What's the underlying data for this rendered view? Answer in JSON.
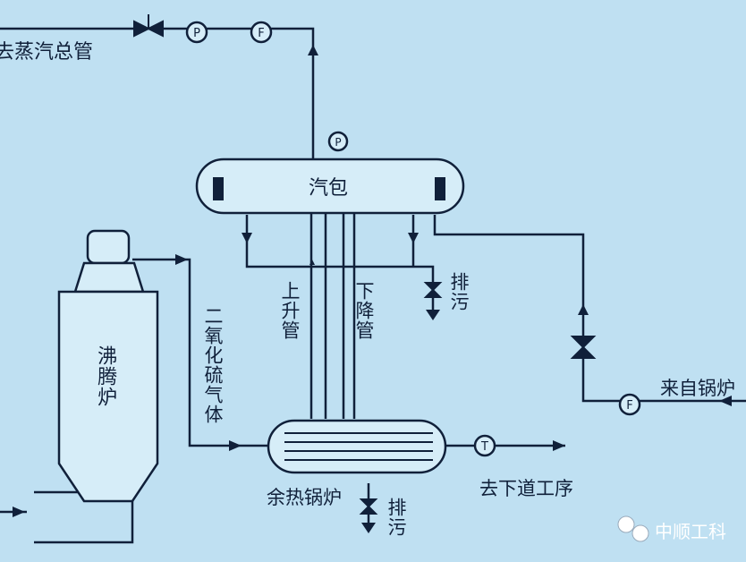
{
  "labels": {
    "steam_main": "去蒸汽总管",
    "steam_drum": "汽包",
    "riser": "上升管",
    "downcomer": "下降管",
    "blowdown": "排污",
    "so2_gas": "二氧化硫气体",
    "roaster": "沸腾炉",
    "waste_heat_boiler": "余热锅炉",
    "next_process": "去下道工序",
    "from_boiler": "来自锅炉",
    "watermark": "中顺工科"
  },
  "instruments": {
    "pressure": "P",
    "flow": "F",
    "temperature": "T"
  },
  "colors": {
    "background": "#bfe0f2",
    "line": "#10203a",
    "fill": "#d6edf8"
  }
}
